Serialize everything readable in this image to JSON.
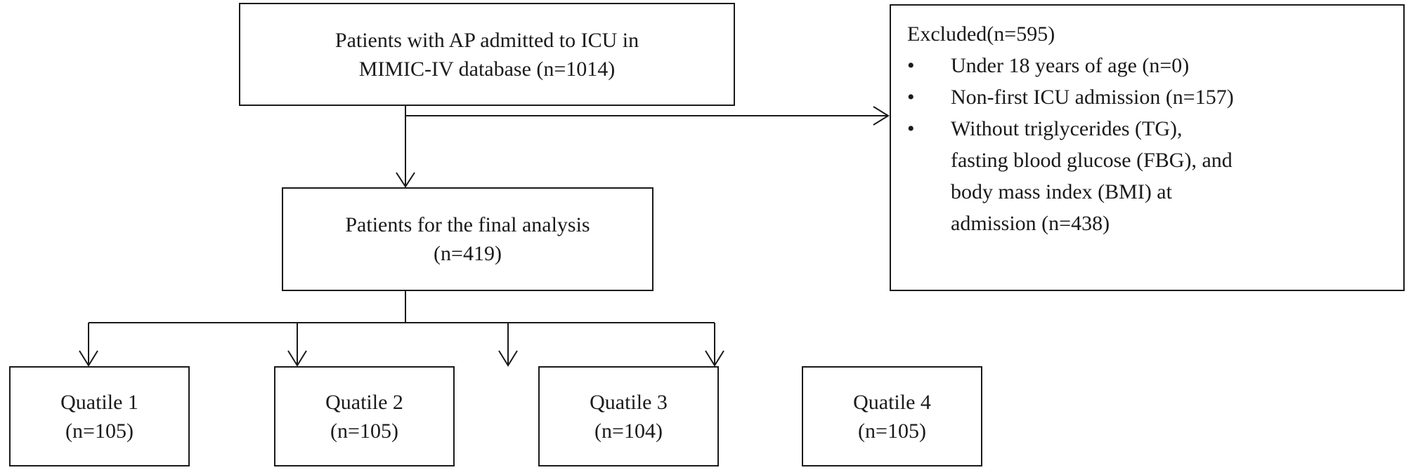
{
  "boxes": {
    "source": {
      "lines": [
        "Patients with AP admitted to ICU in",
        "MIMIC-IV database (n=1014)"
      ]
    },
    "final": {
      "lines": [
        "Patients for the final analysis",
        "(n=419)"
      ]
    },
    "excluded": {
      "title": "Excluded(n=595)",
      "bullet": "•",
      "items": [
        {
          "lines": [
            "Under 18 years of age (n=0)"
          ]
        },
        {
          "lines": [
            "Non-first ICU admission (n=157)"
          ]
        },
        {
          "lines": [
            "Without triglycerides (TG),",
            "fasting blood glucose (FBG), and",
            "body mass index (BMI)  at",
            "admission (n=438)"
          ]
        }
      ]
    },
    "quartiles": [
      {
        "label": "Quatile 1",
        "count": "(n=105)"
      },
      {
        "label": "Quatile 2",
        "count": "(n=105)"
      },
      {
        "label": "Quatile 3",
        "count": "(n=104)"
      },
      {
        "label": "Quatile 4",
        "count": "(n=105)"
      }
    ]
  },
  "colors": {
    "line": "#1a1a1a",
    "background": "#ffffff"
  }
}
